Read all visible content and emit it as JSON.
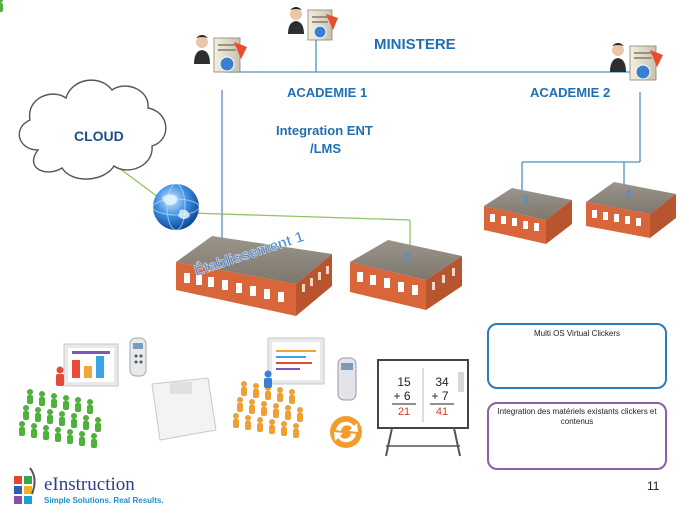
{
  "labels": {
    "ministere": "MINISTERE",
    "academie1": "ACADEMIE 1",
    "academie2": "ACADEMIE 2",
    "integration_line1": "Integration ENT",
    "integration_line2": "/LMS",
    "cloud": "CLOUD"
  },
  "buildings": {
    "b1": "Établissement 1",
    "b2": "2",
    "b3": "3",
    "b4": "4"
  },
  "board": {
    "problem1_top": "15",
    "problem1_bottom": "+ 6",
    "problem1_answer": "21",
    "problem2_top": "34",
    "problem2_bottom": "+ 7",
    "problem2_answer": "41"
  },
  "boxes": {
    "virtual_clickers": "Multi OS Virtual Clickers",
    "integration_line1": "Integration des matériels existants clickers  et",
    "integration_line2": "contenus"
  },
  "logo": {
    "name": "eInstruction",
    "tagline": "Simple Solutions. Real Results."
  },
  "page_number": "11",
  "colors": {
    "label_blue": "#1f6fb5",
    "building_wall": "#d9663a",
    "building_roof": "#8a8478",
    "link_line": "#8fc463",
    "vertical_line": "#4a90c8",
    "box_blue": "#2b7bbd",
    "box_purple": "#8b5ea8"
  }
}
